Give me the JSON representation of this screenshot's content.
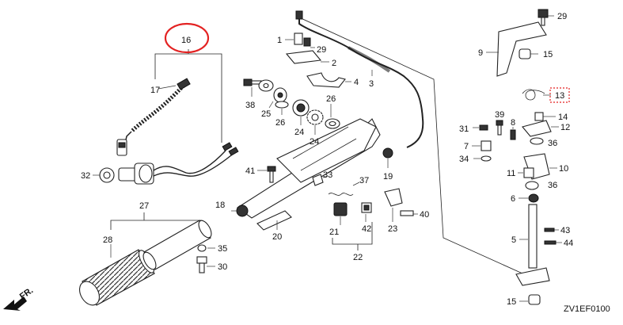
{
  "highlight_color": "#e32222",
  "code": "ZV1EF0100",
  "front_arrow": "FR.",
  "callouts": {
    "c1": "1",
    "c2": "2",
    "c3": "3",
    "c4": "4",
    "c5": "5",
    "c6": "6",
    "c7": "7",
    "c8": "8",
    "c9": "9",
    "c10": "10",
    "c11": "11",
    "c12": "12",
    "c13": "13",
    "c14": "14",
    "c15a": "15",
    "c15b": "15",
    "c16": "16",
    "c17": "17",
    "c18": "18",
    "c19": "19",
    "c20": "20",
    "c21": "21",
    "c22": "22",
    "c23": "23",
    "c24a": "24",
    "c24b": "24",
    "c25": "25",
    "c26a": "26",
    "c26b": "26",
    "c27": "27",
    "c28": "28",
    "c29a": "29",
    "c29b": "29",
    "c30": "30",
    "c31": "31",
    "c32": "32",
    "c33": "33",
    "c34": "34",
    "c35": "35",
    "c36a": "36",
    "c36b": "36",
    "c37": "37",
    "c38": "38",
    "c39": "39",
    "c40": "40",
    "c41": "41",
    "c42": "42",
    "c43": "43",
    "c44": "44"
  }
}
